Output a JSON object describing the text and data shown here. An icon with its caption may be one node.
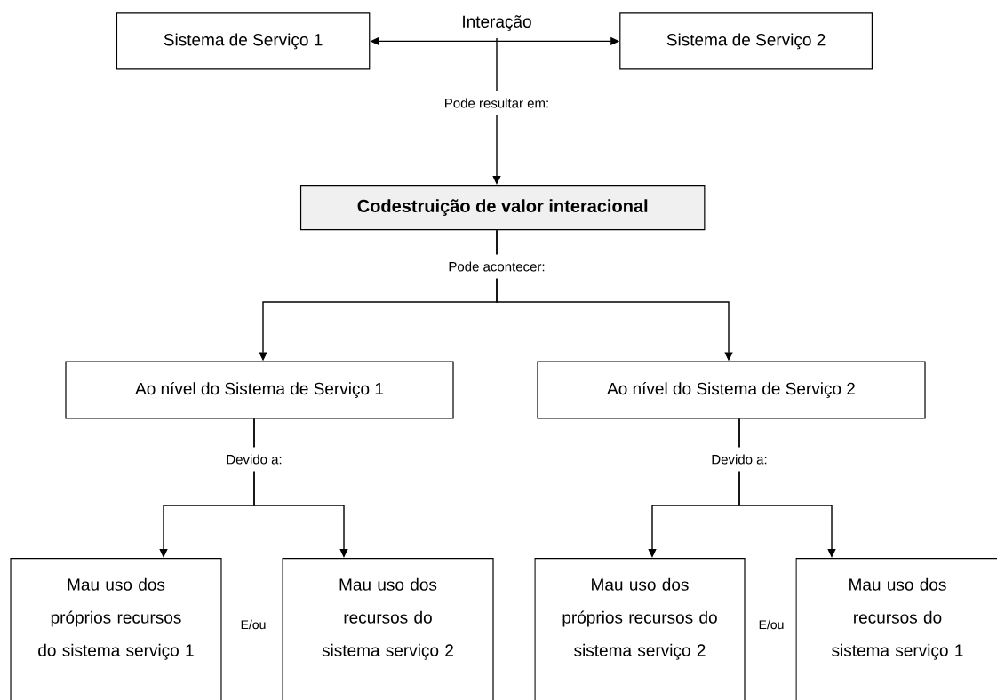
{
  "diagram": {
    "nodes": [
      {
        "text": [
          "Sistema de Serviço 1"
        ]
      },
      {
        "text": [
          "Sistema de Serviço 2"
        ]
      },
      {
        "text": [
          "Codestruição de valor interacional"
        ]
      },
      {
        "text": [
          "Ao nível do Sistema de Serviço 1"
        ]
      },
      {
        "text": [
          "Ao nível do Sistema de Serviço 2"
        ]
      },
      {
        "text": [
          "Mau uso dos próprios recursos do sistema serviço 1"
        ]
      },
      {
        "text": [
          "Mau uso dos recursos do sistema serviço 2"
        ]
      },
      {
        "text": [
          "Mau uso dos próprios recursos do sistema serviço 2"
        ]
      },
      {
        "text": [
          "Mau uso dos recursos do sistema serviço 1"
        ]
      }
    ],
    "edges": [
      {
        "from": 0,
        "to": 1,
        "arrow": "both",
        "label": "Interação"
      },
      {
        "from": null,
        "to": 2,
        "arrow": "to",
        "label": "Pode resultar em:"
      },
      {
        "from": 2,
        "to": 3,
        "arrow": "to",
        "label": "Pode acontecer:"
      },
      {
        "from": 2,
        "to": 4,
        "arrow": "to"
      },
      {
        "from": 3,
        "to": 5,
        "arrow": "to",
        "label": "Devido a:"
      },
      {
        "from": 3,
        "to": 6,
        "arrow": "to"
      },
      {
        "from": 4,
        "to": 7,
        "arrow": "to",
        "label": "Devido a:"
      },
      {
        "from": 4,
        "to": 8,
        "arrow": "to"
      }
    ],
    "labels": [
      "E/ou",
      "E/ou"
    ]
  }
}
